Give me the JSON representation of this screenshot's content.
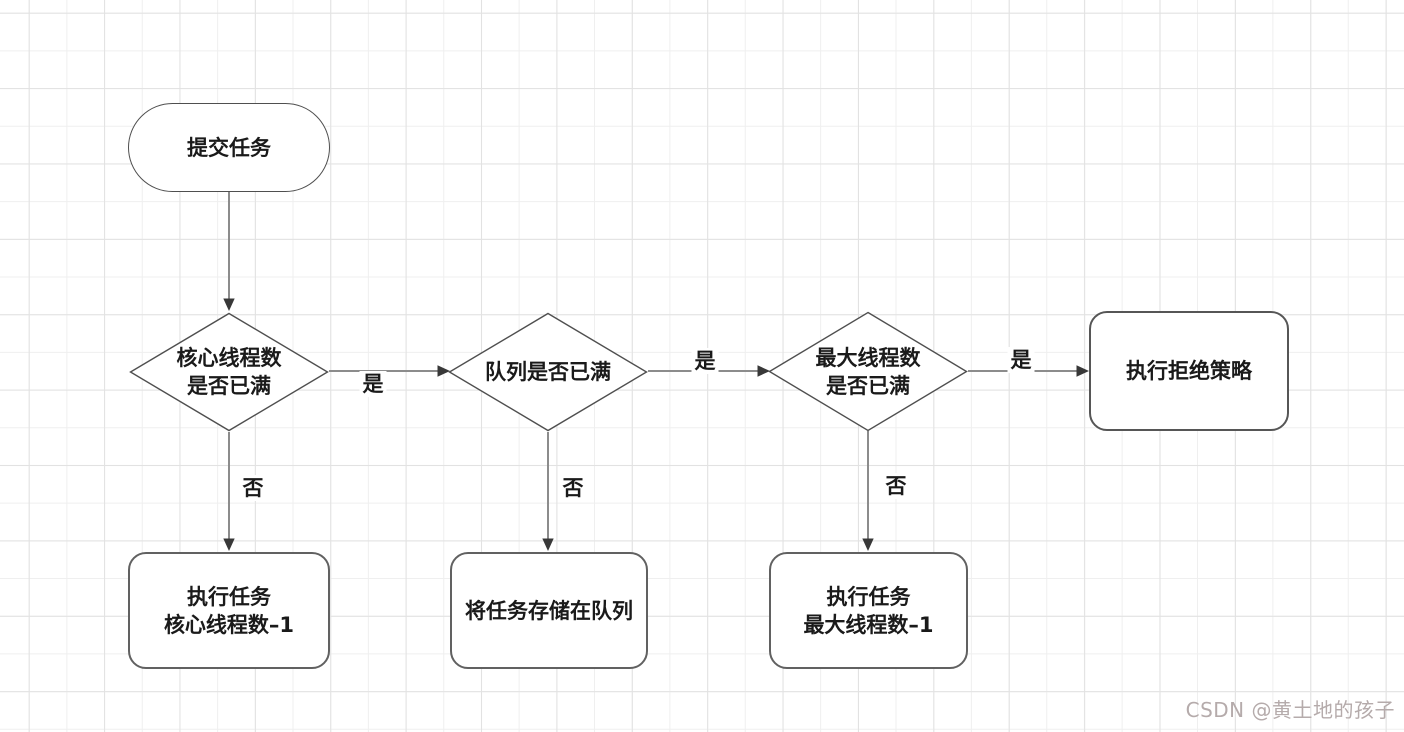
{
  "diagram": {
    "title": "thread-pool task submission flowchart",
    "nodes": {
      "start": {
        "label": "提交任务"
      },
      "core_full": {
        "line1": "核心线程数",
        "line2": "是否已满"
      },
      "queue_full": {
        "label": "队列是否已满"
      },
      "max_full": {
        "line1": "最大线程数",
        "line2": "是否已满"
      },
      "reject": {
        "label": "执行拒绝策略"
      },
      "exec_core": {
        "line1": "执行任务",
        "line2": "核心线程数–1"
      },
      "store_queue": {
        "label": "将任务存储在队列"
      },
      "exec_max": {
        "line1": "执行任务",
        "line2": "最大线程数–1"
      }
    },
    "edge_labels": {
      "core_yes": "是",
      "queue_yes": "是",
      "max_yes": "是",
      "core_no": "否",
      "queue_no": "否",
      "max_no": "否"
    },
    "colors": {
      "edge_line": "#8c8c8c",
      "arrowhead": "#383838",
      "shape_border": "#4f4f4f",
      "text": "#1a1a1a",
      "grid_minor": "#efefef",
      "grid_major": "#e2e2e2",
      "watermark": "#b5abab"
    }
  },
  "watermark": {
    "text": "CSDN @黄土地的孩子"
  }
}
